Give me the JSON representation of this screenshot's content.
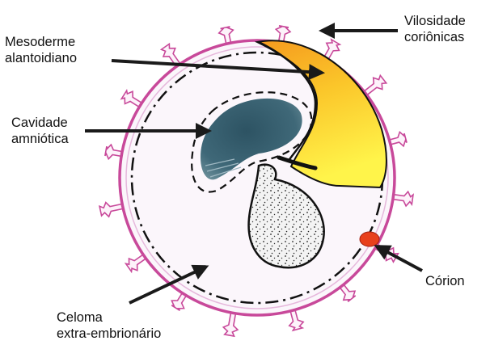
{
  "labels": {
    "villi": [
      "Vilosidade",
      "coriônicas"
    ],
    "mesoderm": [
      "Mesoderme",
      "alantoidiano"
    ],
    "amniotic": [
      "Cavidade",
      "amniótica"
    ],
    "chorion": [
      "Córion"
    ],
    "celom": [
      "Celoma",
      "extra-embrionário"
    ]
  },
  "colors": {
    "chorion_outline": "#c8499a",
    "chorion_fill": "#f6eef6",
    "mesoderm_top": "#f5a623",
    "mesoderm_bottom": "#ffe03a",
    "amnion": "#3d6474",
    "chorion_spot": "#e8401c",
    "arrow": "#1a1a1a"
  }
}
